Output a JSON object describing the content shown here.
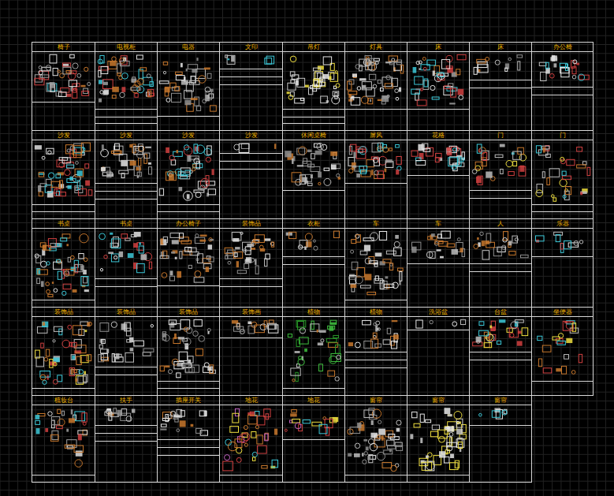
{
  "diagram": {
    "nodes": [
      {
        "text": [
          "椅子"
        ]
      },
      {
        "text": [
          "电视柜"
        ]
      },
      {
        "text": [
          "电器"
        ]
      },
      {
        "text": [
          "文印"
        ]
      },
      {
        "text": [
          "吊灯"
        ]
      },
      {
        "text": [
          "灯具"
        ]
      },
      {
        "text": [
          "床"
        ]
      },
      {
        "text": [
          "床"
        ]
      },
      {
        "text": [
          "办公椅"
        ]
      },
      {
        "text": [
          "沙发"
        ]
      },
      {
        "text": [
          "沙发"
        ]
      },
      {
        "text": [
          "沙发"
        ]
      },
      {
        "text": [
          "沙发"
        ]
      },
      {
        "text": [
          "休闲桌椅"
        ]
      },
      {
        "text": [
          "屏风"
        ]
      },
      {
        "text": [
          "花格"
        ]
      },
      {
        "text": [
          "门"
        ]
      },
      {
        "text": [
          "门"
        ]
      },
      {
        "text": [
          "书桌"
        ]
      },
      {
        "text": [
          "书桌"
        ]
      },
      {
        "text": [
          "办公椅子"
        ]
      },
      {
        "text": [
          "装饰品"
        ]
      },
      {
        "text": [
          "衣柜"
        ]
      },
      {
        "text": [
          "车"
        ]
      },
      {
        "text": [
          "车"
        ]
      },
      {
        "text": [
          "人"
        ]
      },
      {
        "text": [
          "乐器"
        ]
      },
      {
        "text": [
          "装饰品"
        ]
      },
      {
        "text": [
          "装饰品"
        ]
      },
      {
        "text": [
          "装饰品"
        ]
      },
      {
        "text": [
          "装饰画"
        ]
      },
      {
        "text": [
          "植物"
        ]
      },
      {
        "text": [
          "植物"
        ]
      },
      {
        "text": [
          "洗浴盆"
        ]
      },
      {
        "text": [
          "台盆"
        ]
      },
      {
        "text": [
          "坐便器"
        ]
      },
      {
        "text": [
          "梳妆台"
        ]
      },
      {
        "text": [
          "扶手"
        ]
      },
      {
        "text": [
          "插座开关"
        ]
      },
      {
        "text": [
          "地花"
        ]
      },
      {
        "text": [
          "地花"
        ]
      },
      {
        "text": [
          "窗帘"
        ]
      },
      {
        "text": [
          "窗帘"
        ]
      },
      {
        "text": [
          "窗帘"
        ]
      }
    ]
  }
}
